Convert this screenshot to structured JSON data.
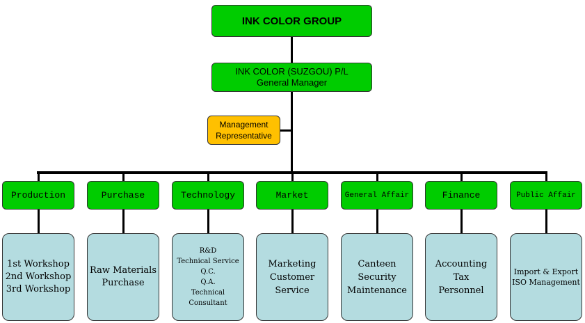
{
  "diagram": {
    "top": {
      "label": "INK COLOR GROUP"
    },
    "company": {
      "label": "INK COLOR (SUZGOU) P/L\nGeneral Manager"
    },
    "management_rep": {
      "label": "Management\nRepresentative"
    },
    "departments": [
      {
        "label": "Production",
        "functions": "1st Workshop\n2nd Workshop\n3rd Workshop"
      },
      {
        "label": "Purchase",
        "functions": "Raw Materials\nPurchase"
      },
      {
        "label": "Technology",
        "functions": "R&D\nTechnical Service\nQ.C.\nQ.A.\nTechnical\nConsultant"
      },
      {
        "label": "Market",
        "functions": "Marketing\nCustomer\nService"
      },
      {
        "label": "General Affair",
        "functions": "Canteen\nSecurity\nMaintenance"
      },
      {
        "label": "Finance",
        "functions": "Accounting\nTax\nPersonnel"
      },
      {
        "label": "Public Affair",
        "functions": "Import & Export\nISO Management"
      }
    ],
    "colors": {
      "node": "#00cc00",
      "representative": "#ffc000",
      "function_box": "#b4dce0",
      "connector": "#000000"
    }
  }
}
